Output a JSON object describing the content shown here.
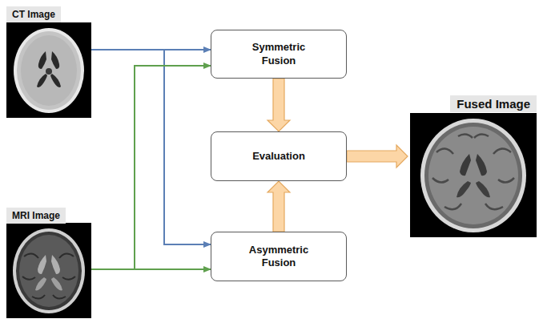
{
  "diagram": {
    "nodes": [
      {
        "text": [
          "CT Image"
        ]
      },
      {
        "text": [
          "MRI Image"
        ]
      },
      {
        "text": [
          "Symmetric Fusion"
        ]
      },
      {
        "text": [
          "Evaluation"
        ]
      },
      {
        "text": [
          "Asymmetric Fusion"
        ]
      },
      {
        "text": [
          "Fused Image"
        ]
      }
    ],
    "edges": [
      {
        "from": 0,
        "to": 2,
        "arrow": "to"
      },
      {
        "from": 0,
        "to": 4,
        "arrow": "to"
      },
      {
        "from": 1,
        "to": 2,
        "arrow": "to"
      },
      {
        "from": 1,
        "to": 4,
        "arrow": "to"
      },
      {
        "from": 2,
        "to": 3,
        "arrow": "to"
      },
      {
        "from": 4,
        "to": 3,
        "arrow": "to"
      },
      {
        "from": 3,
        "to": 5,
        "arrow": "to"
      }
    ]
  }
}
